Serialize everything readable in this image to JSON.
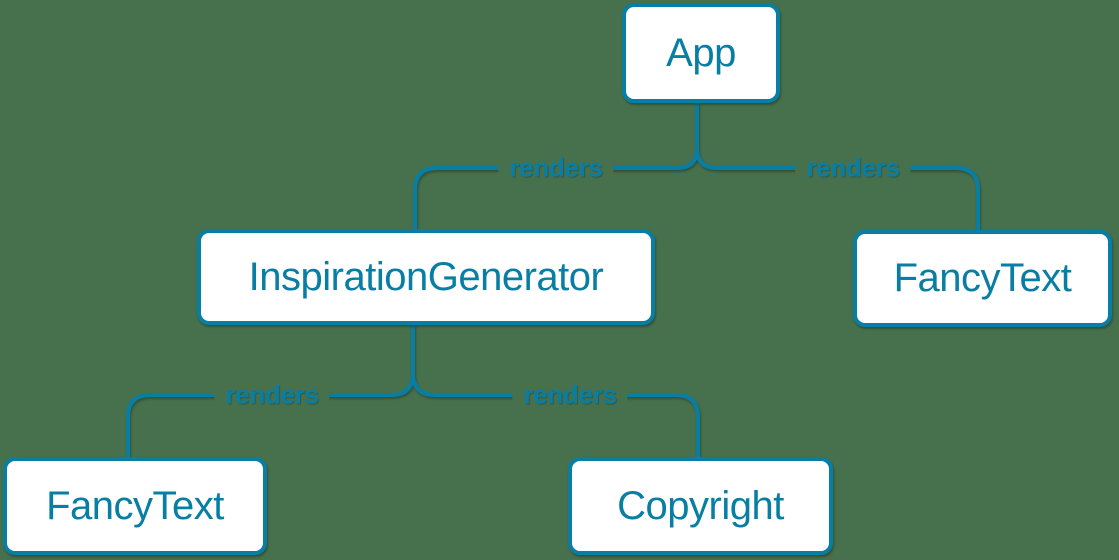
{
  "colors": {
    "background": "#47714d",
    "accent": "#087ea4",
    "node-fill": "#ffffff"
  },
  "diagram": {
    "type": "component-render-tree",
    "nodes": [
      {
        "id": "app",
        "label": "App"
      },
      {
        "id": "inspiration-generator",
        "label": "InspirationGenerator"
      },
      {
        "id": "fancy-text-top",
        "label": "FancyText"
      },
      {
        "id": "fancy-text-bottom",
        "label": "FancyText"
      },
      {
        "id": "copyright",
        "label": "Copyright"
      }
    ],
    "edges": [
      {
        "from": "App",
        "to": "InspirationGenerator",
        "label": "renders"
      },
      {
        "from": "App",
        "to": "FancyText",
        "label": "renders"
      },
      {
        "from": "InspirationGenerator",
        "to": "FancyText",
        "label": "renders"
      },
      {
        "from": "InspirationGenerator",
        "to": "Copyright",
        "label": "renders"
      }
    ]
  }
}
